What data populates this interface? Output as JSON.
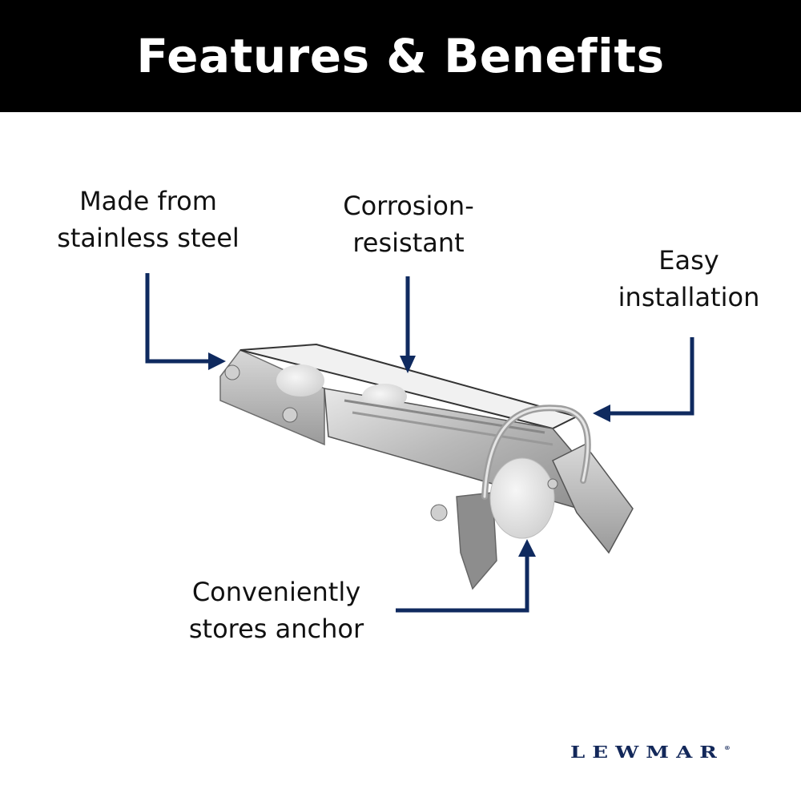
{
  "header": {
    "title": "Features & Benefits"
  },
  "callouts": [
    {
      "id": "stainless",
      "lines": [
        "Made from",
        "stainless steel"
      ]
    },
    {
      "id": "corrosion",
      "lines": [
        "Corrosion-",
        "resistant"
      ]
    },
    {
      "id": "installation",
      "lines": [
        "Easy",
        "installation"
      ]
    },
    {
      "id": "anchor",
      "lines": [
        "Conveniently",
        "stores anchor"
      ]
    }
  ],
  "arrows": {
    "color": "#0f2a5f"
  },
  "product": {
    "name": "stainless steel bow roller"
  },
  "brand": {
    "name": "LEWMAR",
    "mark": "®",
    "color": "#13285a"
  }
}
